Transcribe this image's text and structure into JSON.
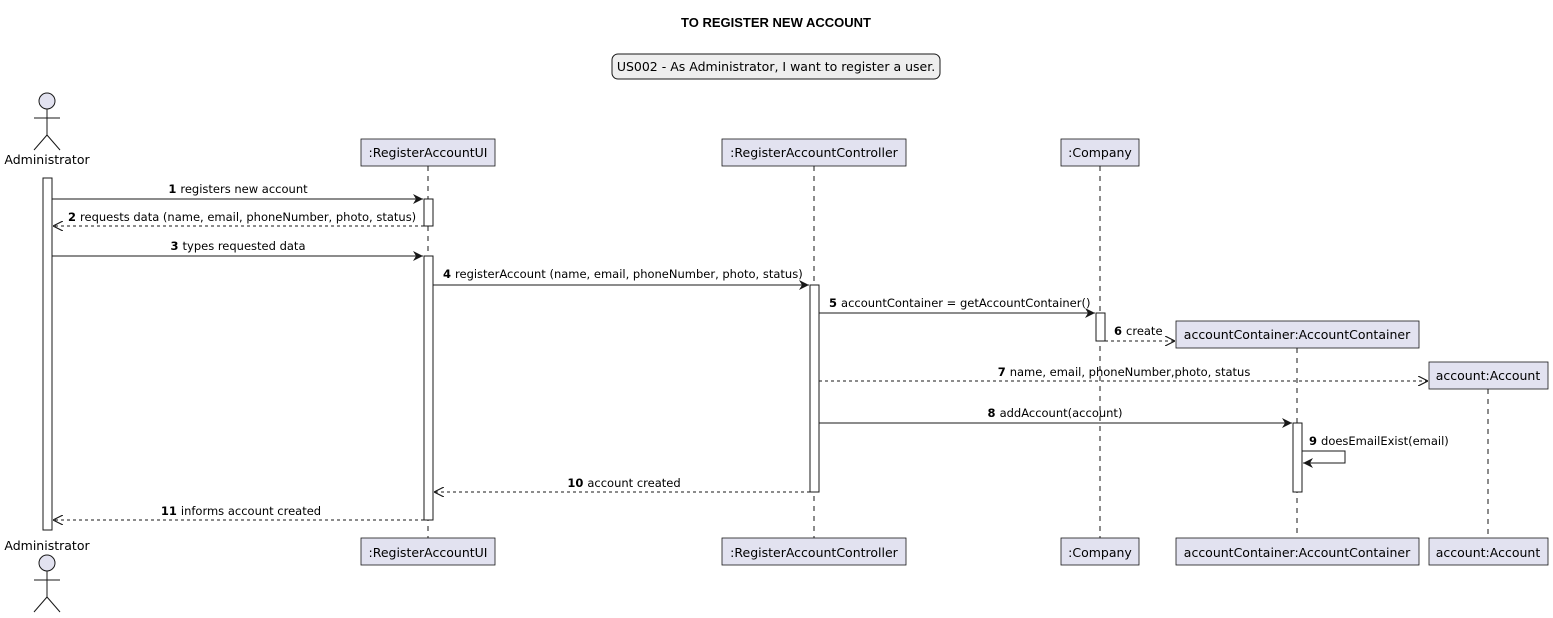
{
  "diagram": {
    "title": "TO REGISTER NEW ACCOUNT",
    "note": "US002 - As Administrator, I want to register a user.",
    "participants": [
      {
        "id": "admin",
        "label": "Administrator",
        "kind": "actor"
      },
      {
        "id": "ui",
        "label": ":RegisterAccountUI",
        "kind": "participant"
      },
      {
        "id": "ctrl",
        "label": ":RegisterAccountController",
        "kind": "participant"
      },
      {
        "id": "company",
        "label": ":Company",
        "kind": "participant"
      },
      {
        "id": "container",
        "label": "accountContainer:AccountContainer",
        "kind": "participant"
      },
      {
        "id": "account",
        "label": "account:Account",
        "kind": "participant"
      }
    ],
    "messages": [
      {
        "num": "1",
        "text": "registers new account",
        "from": "admin",
        "to": "ui",
        "style": "sync"
      },
      {
        "num": "2",
        "text": "requests data (name, email, phoneNumber, photo, status)",
        "from": "ui",
        "to": "admin",
        "style": "return"
      },
      {
        "num": "3",
        "text": "types requested data",
        "from": "admin",
        "to": "ui",
        "style": "sync"
      },
      {
        "num": "4",
        "text": "registerAccount (name, email, phoneNumber, photo, status)",
        "from": "ui",
        "to": "ctrl",
        "style": "sync"
      },
      {
        "num": "5",
        "text": "accountContainer = getAccountContainer()",
        "from": "ctrl",
        "to": "company",
        "style": "sync"
      },
      {
        "num": "6",
        "text": "create",
        "from": "company",
        "to": "container",
        "style": "create"
      },
      {
        "num": "7",
        "text": "name, email, phoneNumber,photo, status",
        "from": "ctrl",
        "to": "account",
        "style": "create"
      },
      {
        "num": "8",
        "text": "addAccount(account)",
        "from": "ctrl",
        "to": "container",
        "style": "sync"
      },
      {
        "num": "9",
        "text": "doesEmailExist(email)",
        "from": "container",
        "to": "container",
        "style": "self"
      },
      {
        "num": "10",
        "text": "account created",
        "from": "ctrl",
        "to": "ui",
        "style": "return"
      },
      {
        "num": "11",
        "text": "informs account created",
        "from": "ui",
        "to": "admin",
        "style": "return"
      }
    ],
    "colors": {
      "participant_fill": "#E2E2F0",
      "participant_stroke": "#181818",
      "note_fill": "#EEEEEE",
      "line": "#181818"
    }
  }
}
